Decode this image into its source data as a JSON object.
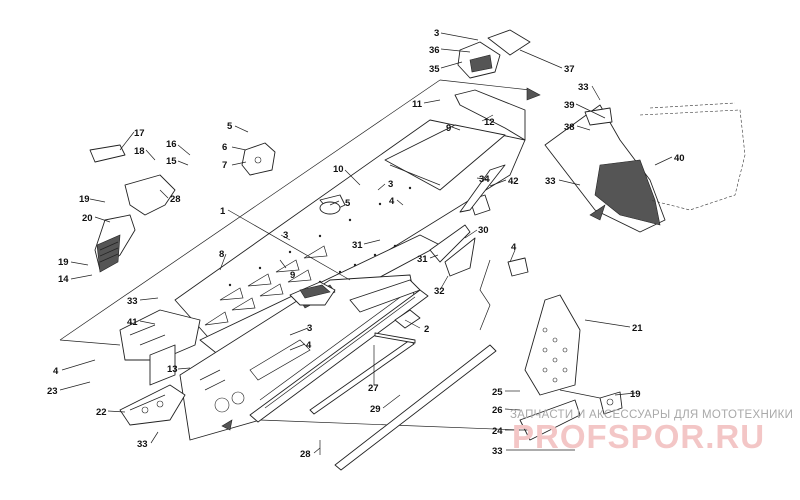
{
  "callouts": [
    "1",
    "2",
    "3",
    "4",
    "5",
    "6",
    "7",
    "8",
    "9",
    "10",
    "11",
    "12",
    "13",
    "14",
    "15",
    "16",
    "17",
    "18",
    "19",
    "20",
    "21",
    "22",
    "23",
    "24",
    "25",
    "26",
    "27",
    "28",
    "29",
    "30",
    "31",
    "32",
    "33",
    "34",
    "35",
    "36",
    "37",
    "38",
    "39",
    "40",
    "41",
    "42"
  ],
  "watermark": {
    "caption": "ЗАПЧАСТИ И АКСЕССУАРЫ ДЛЯ МОТОТЕХНИКИ",
    "logo": "PROFSPOR.RU"
  }
}
